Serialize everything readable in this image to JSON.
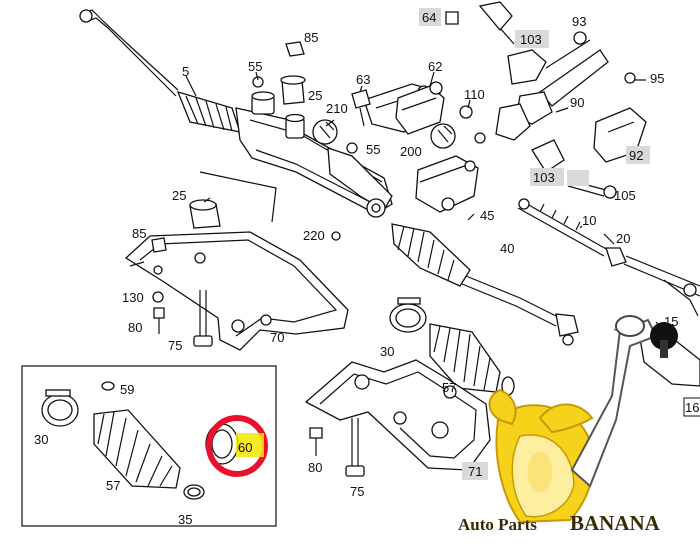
{
  "labels": {
    "l5": "5",
    "l85a": "85",
    "l55a": "55",
    "l25a": "25",
    "l63": "63",
    "l62": "62",
    "l64": "64",
    "l103a": "103",
    "l93": "93",
    "l95": "95",
    "l90": "90",
    "l110": "110",
    "l210": "210",
    "l55b": "55",
    "l200": "200",
    "l92": "92",
    "l103b": "103",
    "l105": "105",
    "l25b": "25",
    "l45": "45",
    "l40": "40",
    "l220": "220",
    "l10": "10",
    "l20": "20",
    "l85b": "85",
    "l130": "130",
    "l80a": "80",
    "l75a": "75",
    "l70": "70",
    "l15": "15",
    "l30a": "30",
    "l57a": "57",
    "l16": "16",
    "l59": "59",
    "l30b": "30",
    "l57b": "57",
    "l35": "35",
    "l60": "60",
    "l80b": "80",
    "l75b": "75",
    "l71": "71"
  },
  "brand": {
    "text_a": "Auto Parts",
    "text_b": "BANANA"
  },
  "colors": {
    "highlight_ring": "#e8102a",
    "highlight_fill": "#f2e600",
    "banana_yellow": "#f6d21a",
    "banana_dark": "#c79a05"
  }
}
